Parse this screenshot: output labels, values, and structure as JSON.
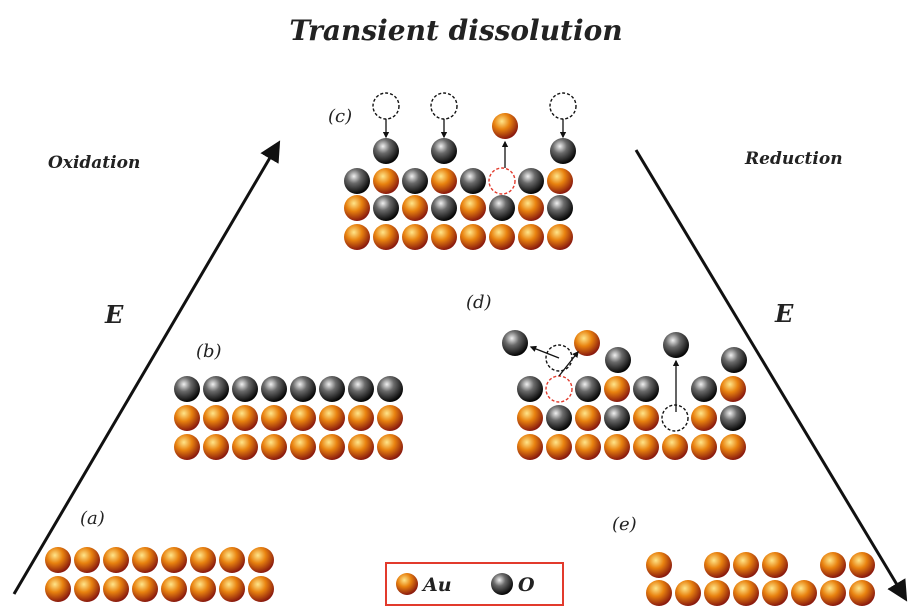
{
  "title": "Transient dissolution",
  "processes": {
    "oxidation": "Oxidation",
    "reduction": "Reduction"
  },
  "axis_symbol": "E",
  "panels": {
    "a": "(a)",
    "b": "(b)",
    "c": "(c)",
    "d": "(d)",
    "e": "(e)"
  },
  "legend": {
    "au": "Au",
    "o": "O"
  },
  "colors": {
    "au": "#e07a12",
    "au_dark": "#8e1f10",
    "o": "#3b3b3b",
    "o_dark": "#000000",
    "frame": "#e23a2c",
    "vacancy": "#e23a2c"
  },
  "icons": [
    "gold-atom-icon",
    "oxygen-atom-icon",
    "arrow-icon",
    "vacancy-circle-icon"
  ]
}
